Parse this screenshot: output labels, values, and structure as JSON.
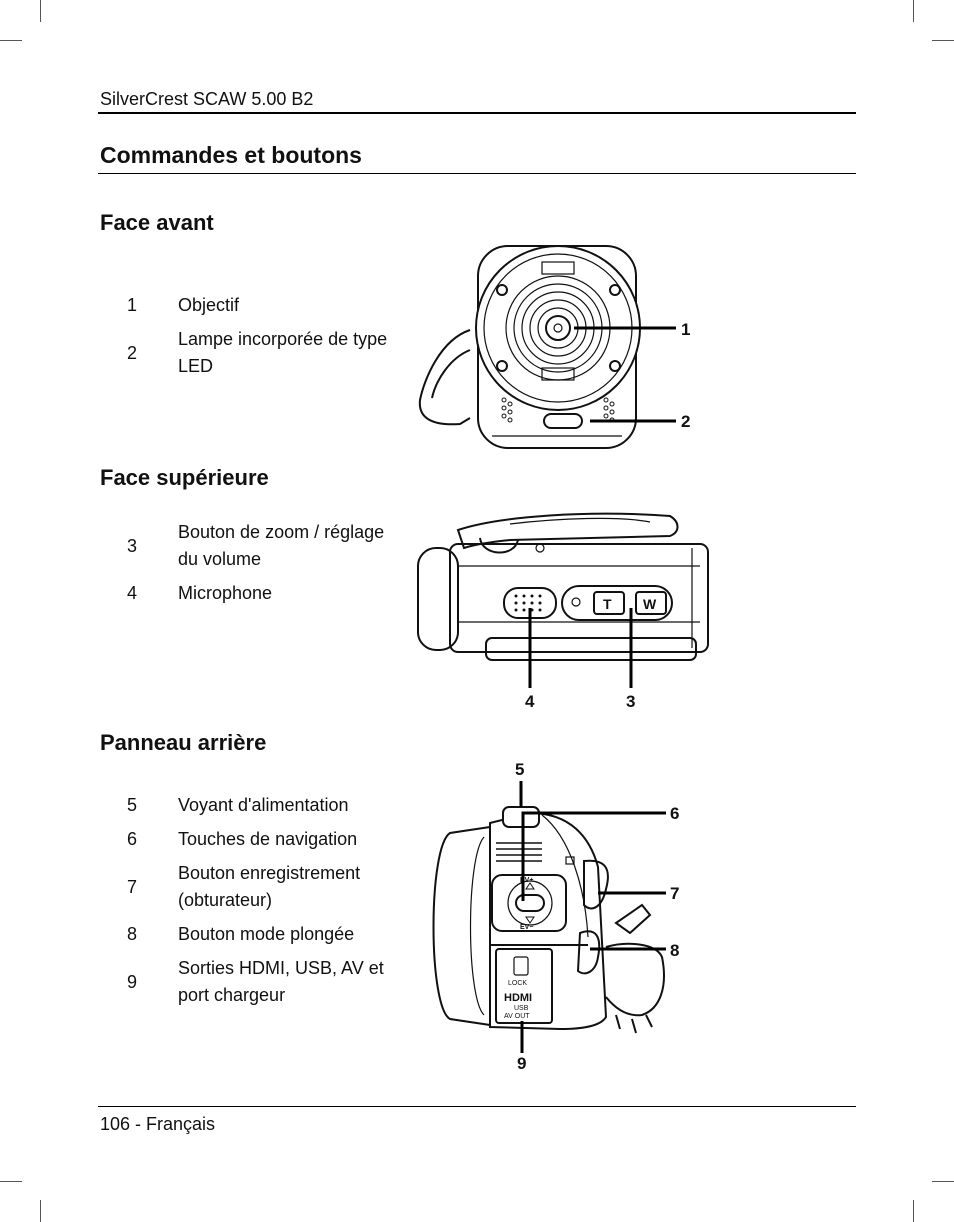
{
  "header": {
    "title": "SilverCrest SCAW 5.00 B2"
  },
  "page_title": "Commandes et boutons",
  "sections": [
    {
      "title": "Face avant",
      "items": [
        {
          "num": "1",
          "text": "Objectif"
        },
        {
          "num": "2",
          "text": "Lampe incorporée de type LED"
        }
      ],
      "callouts": [
        "1",
        "2"
      ]
    },
    {
      "title": "Face supérieure",
      "items": [
        {
          "num": "3",
          "text": "Bouton de zoom / réglage du volume"
        },
        {
          "num": "4",
          "text": "Microphone"
        }
      ],
      "callouts": [
        "4",
        "3"
      ],
      "button_labels": [
        "T",
        "W"
      ]
    },
    {
      "title": "Panneau arrière",
      "items": [
        {
          "num": "5",
          "text": "Voyant d'alimentation"
        },
        {
          "num": "6",
          "text": "Touches de navigation"
        },
        {
          "num": "7",
          "text": "Bouton enregistrement (obturateur)"
        },
        {
          "num": "8",
          "text": "Bouton mode plongée"
        },
        {
          "num": "9",
          "text": "Sorties HDMI, USB, AV et port chargeur"
        }
      ],
      "callouts": [
        "5",
        "6",
        "7",
        "8",
        "9"
      ],
      "panel_labels": {
        "ev_plus": "EV+",
        "ev_minus": "EV−",
        "lock": "LOCK",
        "hdmi": "HDMI",
        "usb": "USB",
        "av_out": "AV OUT"
      }
    }
  ],
  "footer": {
    "page_label": "106 - Français"
  }
}
